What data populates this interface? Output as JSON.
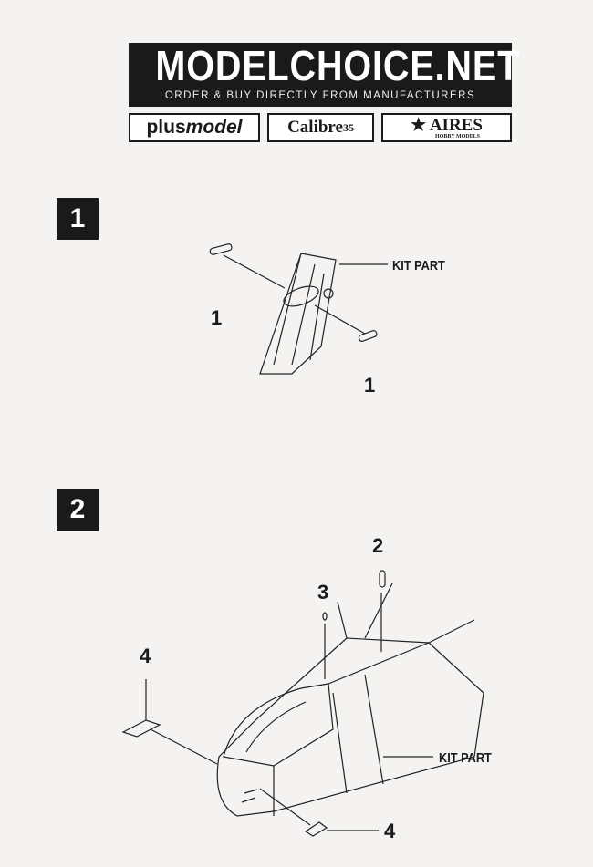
{
  "header": {
    "title": "MODELCHOICE.NET",
    "subtitle": "ORDER & BUY DIRECTLY FROM MANUFACTURERS"
  },
  "logos": [
    {
      "name": "plusmodel",
      "text_a": "plus",
      "text_b": "model"
    },
    {
      "name": "Calibre 35",
      "text": "Calibre",
      "sub": "35"
    },
    {
      "name": "Aires",
      "text": "AIRES",
      "sub": "HOBBY MODELS"
    }
  ],
  "steps": [
    {
      "number": "1",
      "kit_label": "KIT PART",
      "part_labels": [
        "1",
        "1"
      ]
    },
    {
      "number": "2",
      "kit_label": "KIT PART",
      "part_labels": [
        "2",
        "3",
        "4",
        "4"
      ]
    }
  ]
}
